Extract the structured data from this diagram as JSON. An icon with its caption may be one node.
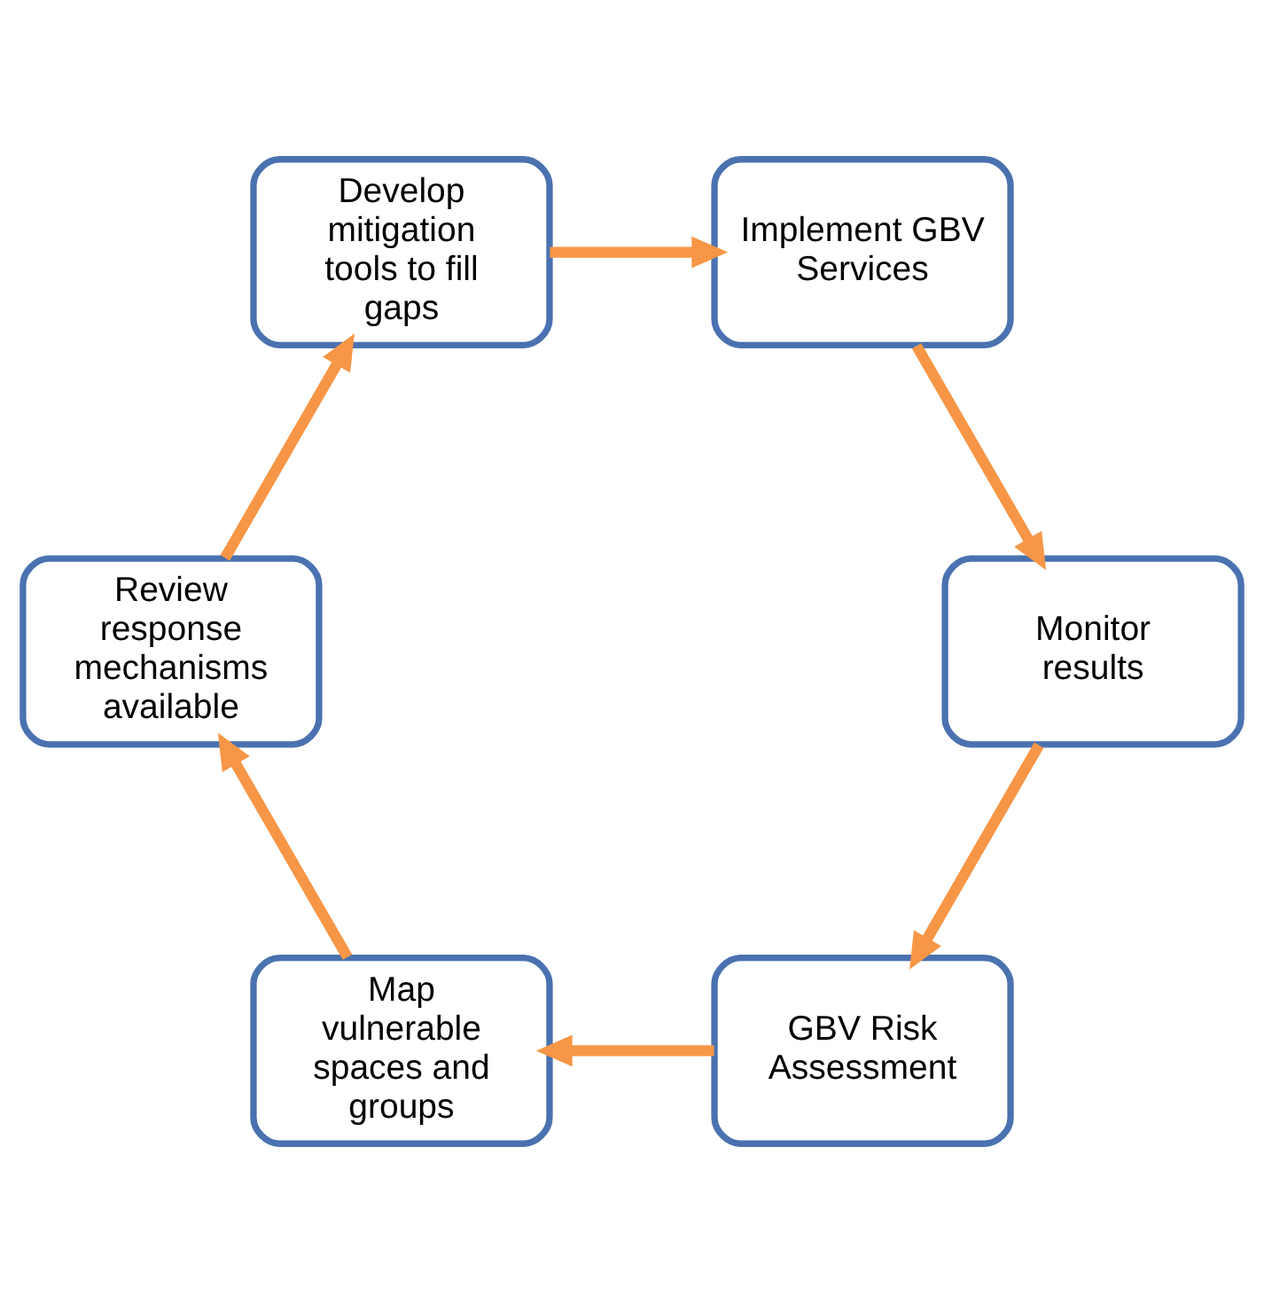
{
  "diagram": {
    "nodes": [
      {
        "text": [
          "GBV Risk Assessment"
        ]
      },
      {
        "text": [
          "Map vulnerable spaces and groups"
        ]
      },
      {
        "text": [
          "Review response mechanisms available"
        ]
      },
      {
        "text": [
          "Develop mitigation tools to fill gaps"
        ]
      },
      {
        "text": [
          "Implement GBV Services"
        ]
      },
      {
        "text": [
          "Monitor results"
        ]
      }
    ],
    "edges": [
      {
        "from": 0,
        "to": 1,
        "arrow": "to"
      },
      {
        "from": 1,
        "to": 2,
        "arrow": "to"
      },
      {
        "from": 2,
        "to": 3,
        "arrow": "to"
      },
      {
        "from": 3,
        "to": 4,
        "arrow": "to"
      },
      {
        "from": 4,
        "to": 5,
        "arrow": "to"
      },
      {
        "from": 5,
        "to": 0,
        "arrow": "to"
      }
    ]
  }
}
